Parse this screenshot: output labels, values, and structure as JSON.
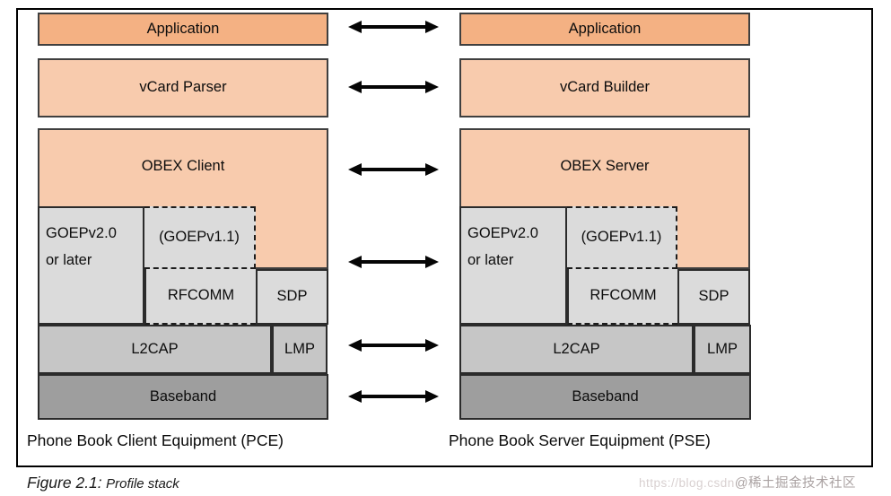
{
  "figure": {
    "caption_prefix": "Figure 2.1:",
    "caption_title": "Profile stack"
  },
  "watermark": {
    "url": "https://blog.csdn",
    "handle": "@稀土掘金技术社区"
  },
  "colors": {
    "application_fill": "#F4B183",
    "profile_fill": "#F8CBAD",
    "goep_fill": "#DBDBDB",
    "l2cap_fill": "#C6C6C6",
    "baseband_fill": "#9E9E9E",
    "border": "#2b2b2b"
  },
  "columns": [
    {
      "id": "pce",
      "equipment_label": "Phone Book Client Equipment (PCE)",
      "layers": {
        "application": "Application",
        "vcard": "vCard Parser",
        "obex": "OBEX Client",
        "goep_new_line1": "GOEPv2.0",
        "goep_new_line2": "or later",
        "goep_legacy": "(GOEPv1.1)",
        "rfcomm": "RFCOMM",
        "sdp": "SDP",
        "l2cap": "L2CAP",
        "lmp": "LMP",
        "baseband": "Baseband"
      }
    },
    {
      "id": "pse",
      "equipment_label": "Phone Book Server Equipment (PSE)",
      "layers": {
        "application": "Application",
        "vcard": "vCard Builder",
        "obex": "OBEX Server",
        "goep_new_line1": "GOEPv2.0",
        "goep_new_line2": "or later",
        "goep_legacy": "(GOEPv1.1)",
        "rfcomm": "RFCOMM",
        "sdp": "SDP",
        "l2cap": "L2CAP",
        "lmp": "LMP",
        "baseband": "Baseband"
      }
    }
  ]
}
